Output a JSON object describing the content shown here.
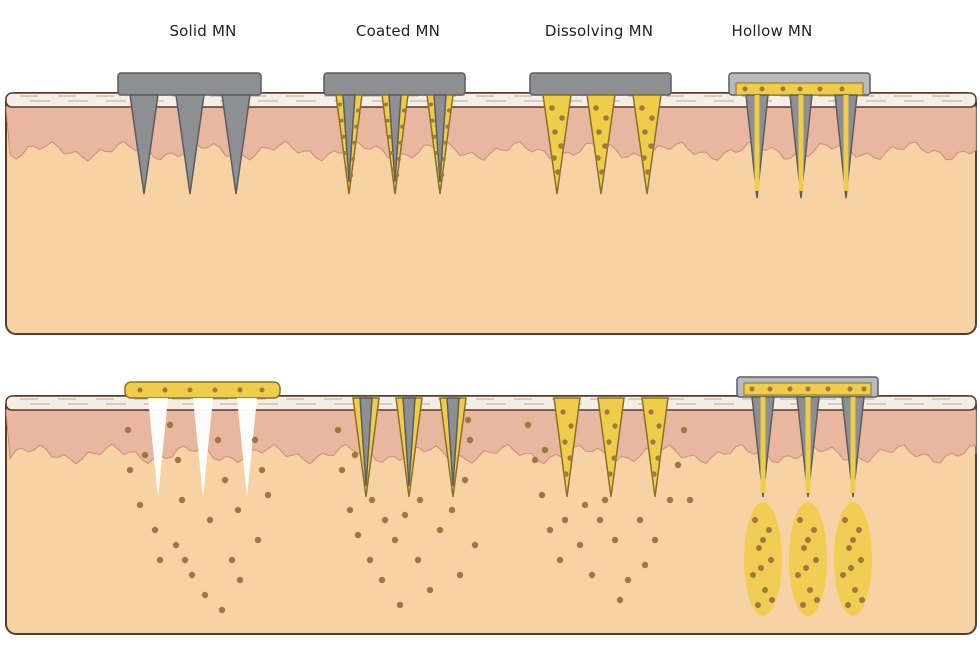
{
  "labels": {
    "solid": "Solid MN",
    "coated": "Coated MN",
    "dissolving": "Dissolving MN",
    "hollow": "Hollow MN"
  },
  "colors": {
    "background": "#ffffff",
    "stratum_corneum": "#f4efe6",
    "epidermis": "#e9b79f",
    "dermis": "#f7d2a5",
    "skin_outline": "#5a3a2a",
    "needle_metal": "#8d8f93",
    "drug_yellow": "#efcd4a",
    "drug_dot": "#9a7a3e"
  }
}
